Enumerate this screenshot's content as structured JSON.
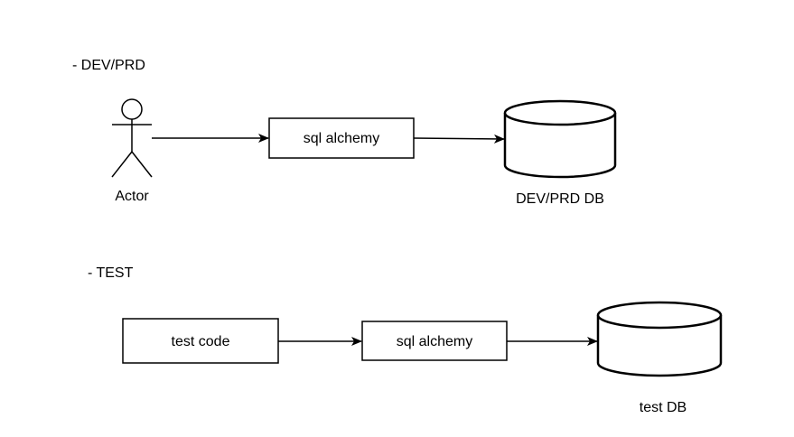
{
  "colors": {
    "stroke": "#000000",
    "fill": "#ffffff",
    "text": "#000000"
  },
  "sections": {
    "dev_prd": {
      "label": "- DEV/PRD",
      "actor_icon": "stick-figure-actor",
      "actor_label": "Actor",
      "orm_label": "sql alchemy",
      "db_icon": "database-cylinder",
      "db_label": "DEV/PRD DB"
    },
    "test": {
      "label": "- TEST",
      "source_label": "test code",
      "orm_label": "sql alchemy",
      "db_icon": "database-cylinder",
      "db_label": "test DB"
    }
  }
}
